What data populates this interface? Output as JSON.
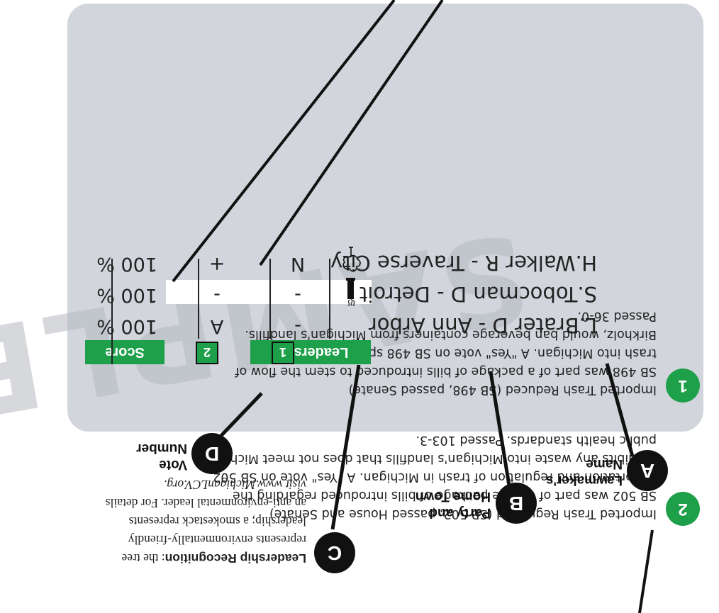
{
  "watermark": "SAMPLE",
  "table": {
    "headers": {
      "leadership": "Leadership",
      "vote1": "1",
      "vote2": "2",
      "score": "Score"
    },
    "rows": [
      {
        "name": "L.Brater   D - Ann Arbor",
        "vote1": "-",
        "vote2": "A",
        "score": "100 %",
        "icon": "none"
      },
      {
        "name": "S.Tobocman   D - Detroit",
        "vote1": "-",
        "vote2": "-",
        "score": "100 %",
        "icon": "smokestack-icon"
      },
      {
        "name": "H.Walker   R - Traverse City",
        "vote1": "N",
        "vote2": "+",
        "score": "100 %",
        "icon": "tree-icon"
      }
    ]
  },
  "bills": [
    {
      "number": "1",
      "title": "Imported Trash Reduced (SB 498, passed Senate)",
      "lines": [
        "SB 498 was part of a package of bills introduced to stem the flow of",
        "trash into Michigan. A \"Yes\" vote on SB 498 sponsored by Sen.",
        "Birkholz, would ban beverage containers from Michigan's landfills.",
        "Passed 36-0."
      ]
    },
    {
      "number": "2",
      "title": "Imported Trash Regulated (SB 502, passed House and Senate)",
      "lines": [
        "SB 502 was part of a large package of bills introduced regarding the",
        "importation and regulation of trash in Michigan. A \"Yes\" vote on SB 502",
        "prohibits any waste into Michigan's landfills that does not meet Michigan's",
        "public health standards. Passed 103-3."
      ]
    }
  ],
  "callouts": {
    "A": {
      "letter": "A",
      "label_1": "Lawmaker's",
      "label_2": "Name"
    },
    "B": {
      "letter": "B",
      "label_1": "Party and",
      "label_2": "Home Town"
    },
    "C": {
      "letter": "C",
      "bold": "Leadership Recognition",
      "lines": [
        ":  the tree",
        "represents environmentally-friendly",
        "leadership; a smokestack represents",
        "an anti-environmental leader.  For details",
        "visit www.MichiganLCV.org."
      ]
    },
    "D": {
      "letter": "D",
      "label_1": "Vote",
      "label_2": "Number"
    }
  },
  "colors": {
    "green": "#1ea04a",
    "panel": "#d2d5db",
    "ink": "#111111"
  }
}
